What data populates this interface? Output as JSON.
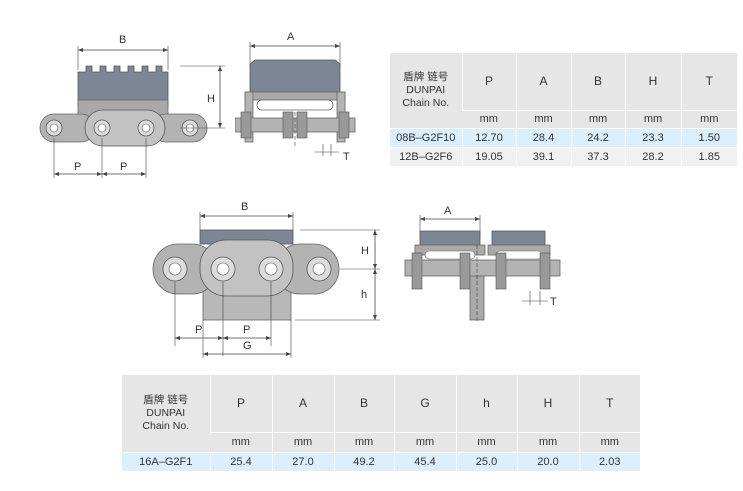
{
  "table1": {
    "name_lines": [
      "盾牌 链号",
      "DUNPAI",
      "Chain No."
    ],
    "headers": [
      "P",
      "A",
      "B",
      "H",
      "T"
    ],
    "units": [
      "mm",
      "mm",
      "mm",
      "mm",
      "mm"
    ],
    "rows": [
      [
        "08B–G2F10",
        "12.70",
        "28.4",
        "24.2",
        "23.3",
        "1.50"
      ],
      [
        "12B–G2F6",
        "19.05",
        "39.1",
        "37.3",
        "28.2",
        "1.85"
      ]
    ]
  },
  "table2": {
    "name_lines": [
      "盾牌 链号",
      "DUNPAI",
      "Chain No."
    ],
    "headers": [
      "P",
      "A",
      "B",
      "G",
      "h",
      "H",
      "T"
    ],
    "units": [
      "mm",
      "mm",
      "mm",
      "mm",
      "mm",
      "mm",
      "mm"
    ],
    "rows": [
      [
        "16A–G2F1",
        "25.4",
        "27.0",
        "49.2",
        "45.4",
        "25.0",
        "20.0",
        "2.03"
      ]
    ]
  },
  "drawing1": {
    "label_B": "B",
    "label_H": "H",
    "label_P1": "P",
    "label_P2": "P"
  },
  "drawing2": {
    "label_A": "A",
    "label_T": "T"
  },
  "drawing3": {
    "label_B": "B",
    "label_H": "H",
    "label_h": "h",
    "label_P1": "P",
    "label_P2": "P",
    "label_G": "G"
  },
  "drawing4": {
    "label_A": "A",
    "label_T": "T"
  },
  "colors": {
    "plate": "#b3b3b3",
    "plate_dark": "#8e8e8e",
    "attachment": "#7d8694",
    "row_highlight": "#dcefff",
    "header_bg": "#e6e6e6"
  }
}
